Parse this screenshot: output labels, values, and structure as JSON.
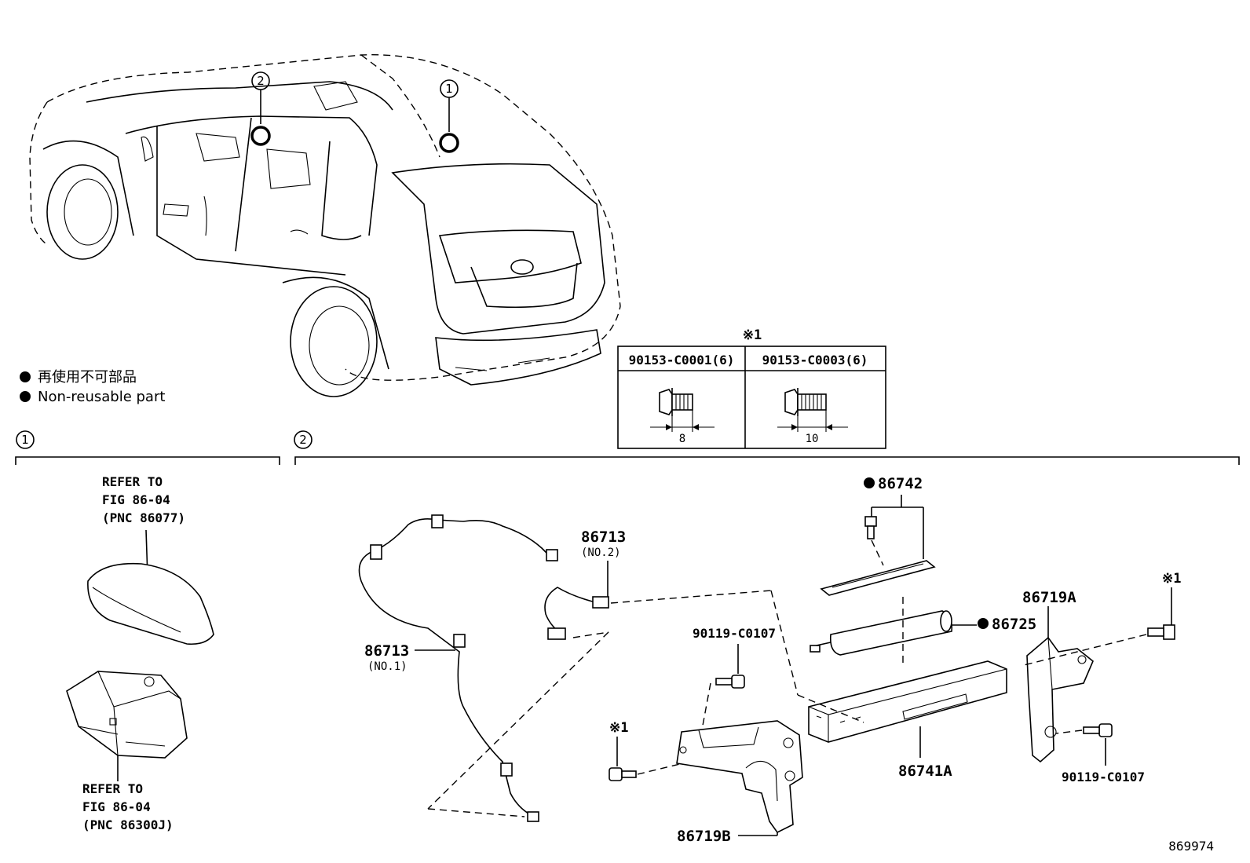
{
  "legend": {
    "jp": "再使用不可部品",
    "en": "Non-reusable part"
  },
  "callouts": {
    "one": "1",
    "two": "2",
    "kome": "※1"
  },
  "fastener_table": {
    "header_note": "※1",
    "col1": {
      "part": "90153-C0001(6)",
      "dim": "8"
    },
    "col2": {
      "part": "90153-C0003(6)",
      "dim": "10"
    }
  },
  "section1": {
    "refer_top": {
      "line1": "REFER TO",
      "line2": "FIG 86-04",
      "line3": "(PNC 86077)"
    },
    "refer_bottom": {
      "line1": "REFER TO",
      "line2": "FIG 86-04",
      "line3": "(PNC 86300J)"
    }
  },
  "section2": {
    "p86742": "86742",
    "p86725": "86725",
    "p86719A": "86719A",
    "p86713_no2": "86713",
    "p86713_no2_sub": "(NO.2)",
    "p86713_no1": "86713",
    "p86713_no1_sub": "(NO.1)",
    "p90119_a": "90119-C0107",
    "p90119_b": "90119-C0107",
    "p86741A": "86741A",
    "p86719B": "86719B",
    "kome_left": "※1",
    "kome_right": "※1"
  },
  "figure_number": "869974"
}
